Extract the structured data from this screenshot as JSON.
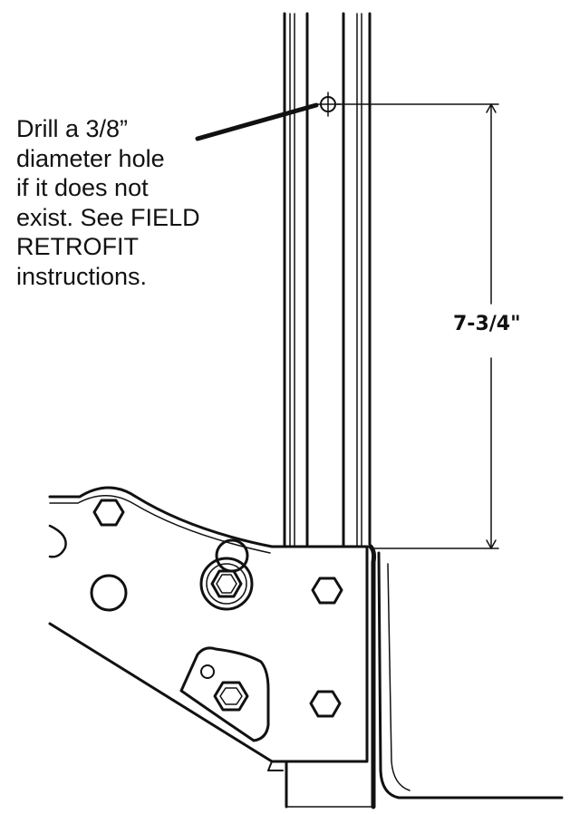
{
  "note": {
    "lines": [
      "Drill a 3/8”",
      "diameter hole",
      "if it does not",
      "exist.  See FIELD",
      "RETROFIT",
      "instructions."
    ]
  },
  "dimension": {
    "label": "7-3/4\""
  },
  "colors": {
    "line": "#111111",
    "background": "#ffffff"
  }
}
